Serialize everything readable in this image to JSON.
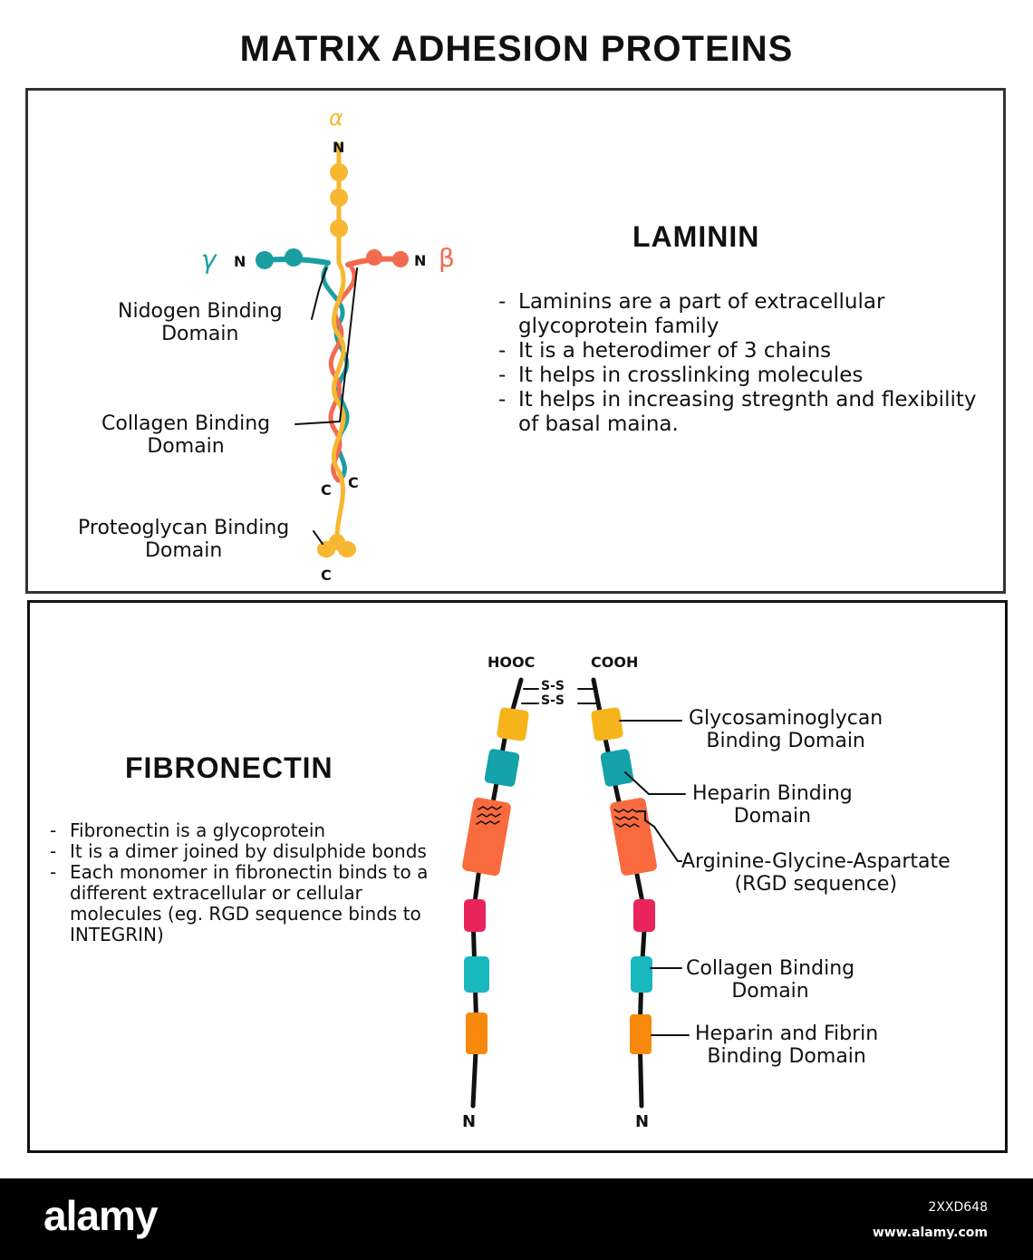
{
  "title": "MATRIX ADHESION PROTEINS",
  "laminin": {
    "heading": "LAMININ",
    "bullets": [
      "Laminins are a part of extracellular glycoprotein family",
      "It is a heterodimer of 3 chains",
      "It helps in crosslinking molecules",
      "It helps in increasing stregnth and flexibility of basal maina."
    ],
    "labels": {
      "nidogen": [
        "Nidogen Binding",
        "Domain"
      ],
      "collagen": [
        "Collagen Binding",
        "Domain"
      ],
      "proteoglycan": [
        "Proteoglycan Binding",
        "Domain"
      ]
    },
    "chain_names": {
      "alpha": "α",
      "beta": "β",
      "gamma": "γ"
    },
    "terminals": {
      "n": "N",
      "c": "C"
    },
    "colors": {
      "alpha": "#f7b731",
      "beta": "#f26b4f",
      "gamma": "#1a9ea1"
    }
  },
  "fibronectin": {
    "heading": "FIBRONECTIN",
    "bullets": [
      "Fibronectin is a glycoprotein",
      "It is a dimer joined by disulphide bonds",
      "Each monomer in fibronectin binds to a different extracellular or cellular molecules (eg. RGD sequence binds to INTEGRIN)"
    ],
    "terminals": {
      "left_top": "HOOC",
      "right_top": "COOH",
      "n": "N"
    },
    "disulfide": [
      "S-S",
      "S-S"
    ],
    "labels": {
      "glycosaminoglycan": [
        "Glycosaminoglycan",
        "Binding Domain"
      ],
      "heparin": [
        "Heparin Binding",
        "Domain"
      ],
      "rgd": [
        "Arginine-Glycine-Aspartate",
        "(RGD sequence)"
      ],
      "collagen": [
        "Collagen Binding",
        "Domain"
      ],
      "heparin_fibrin": [
        "Heparin and Fibrin",
        "Binding Domain"
      ]
    },
    "colors": {
      "glycosaminoglycan": "#f4b41a",
      "heparin": "#13a3a8",
      "rgd": "#f96a3e",
      "unlabeled": "#e8245a",
      "collagen": "#19b8bf",
      "heparin_fibrin": "#f7890c"
    }
  },
  "footer": {
    "brand": "alamy",
    "image_id": "2XXD648",
    "site": "www.alamy.com"
  }
}
